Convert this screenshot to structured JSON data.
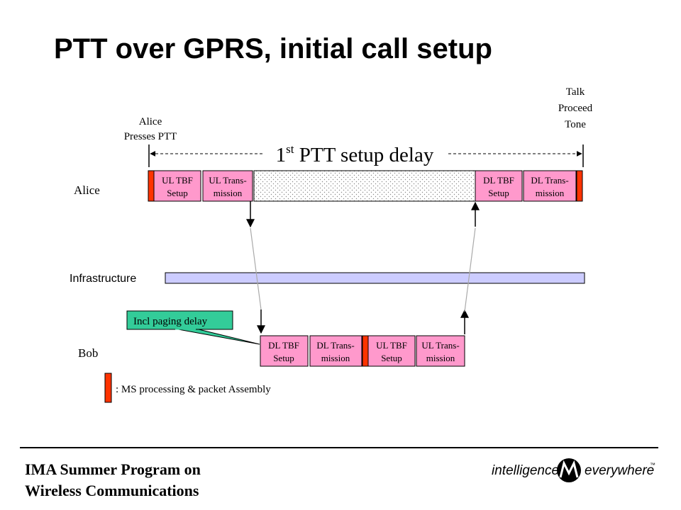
{
  "title": "PTT over GPRS, initial call setup",
  "events": {
    "alice_presses": [
      "Alice",
      "Presses PTT"
    ],
    "talk_proceed": [
      "Talk",
      "Proceed",
      "Tone"
    ]
  },
  "delay_label": {
    "main": "1",
    "sup": "st",
    "rest": " PTT setup delay"
  },
  "rows": {
    "alice": "Alice",
    "infrastructure": "Infrastructure",
    "bob": "Bob"
  },
  "alice_boxes": {
    "ul_tbf": [
      "UL TBF",
      "Setup"
    ],
    "ul_trans": [
      "UL Trans-",
      "mission"
    ],
    "dl_tbf": [
      "DL  TBF",
      "Setup"
    ],
    "dl_trans": [
      "DL Trans-",
      "mission"
    ]
  },
  "bob_boxes": {
    "dl_tbf": [
      "DL  TBF",
      "Setup"
    ],
    "dl_trans": [
      "DL Trans-",
      "mission"
    ],
    "ul_tbf": [
      "UL TBF",
      "Setup"
    ],
    "ul_trans": [
      "UL Trans-",
      "mission"
    ]
  },
  "callout": "Incl paging delay",
  "legend": ": MS processing & packet Assembly",
  "footer": [
    "IMA Summer Program on",
    "Wireless Communications"
  ],
  "logo": {
    "left": "intelligence",
    "right": "everywhere",
    "tm": "™"
  },
  "colors": {
    "box_pink": "#ff99cc",
    "ms_red": "#ff3300",
    "infra": "#ccccff",
    "callout": "#33cc99"
  }
}
